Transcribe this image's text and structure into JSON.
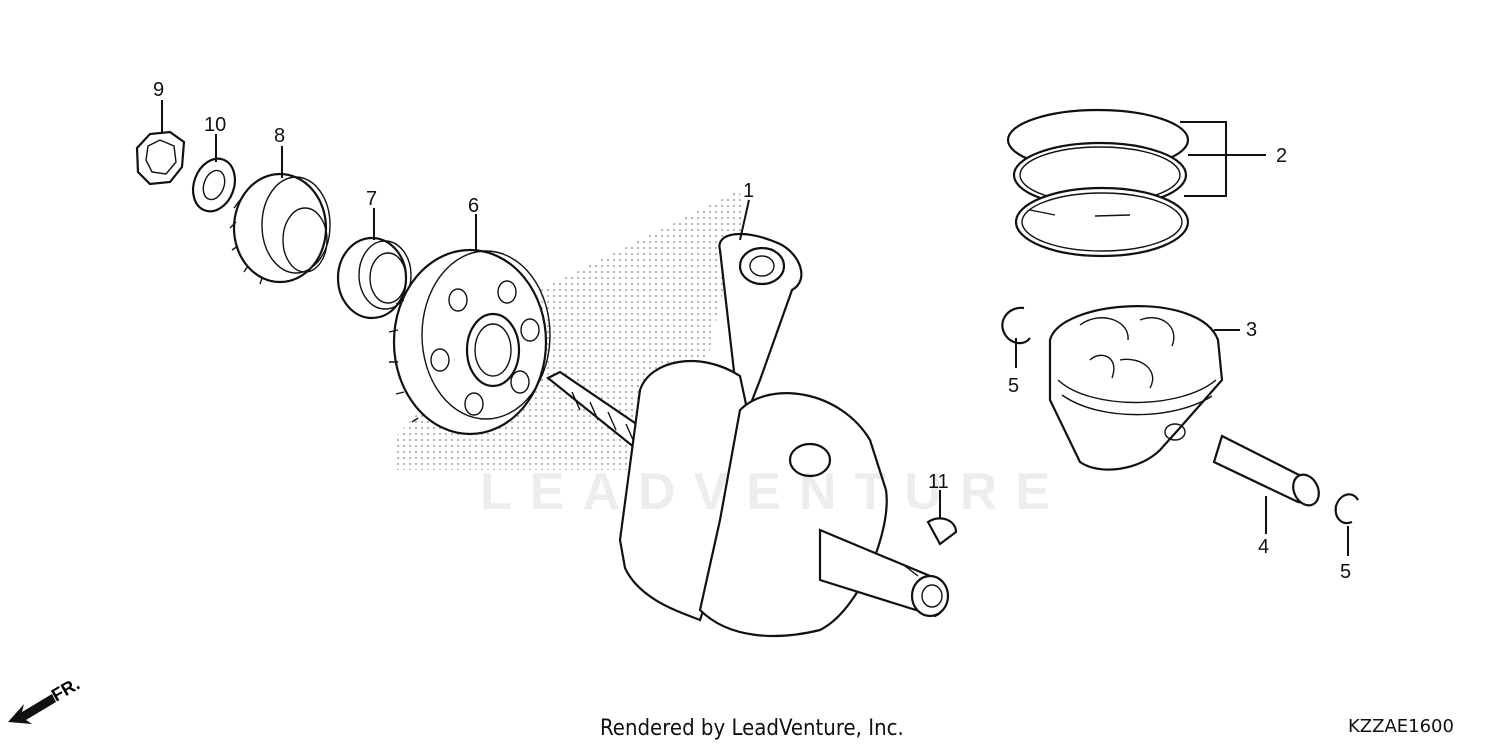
{
  "callouts": [
    "1",
    "2",
    "3",
    "4",
    "5",
    "5",
    "6",
    "7",
    "8",
    "9",
    "10",
    "11"
  ],
  "direction_indicator": "FR.",
  "credit": "Rendered by LeadVenture, Inc.",
  "diagram_code": "KZZAE1600",
  "watermark": "LEADVENTURE",
  "icons": {
    "front_arrow": "arrow-down-left-icon"
  }
}
